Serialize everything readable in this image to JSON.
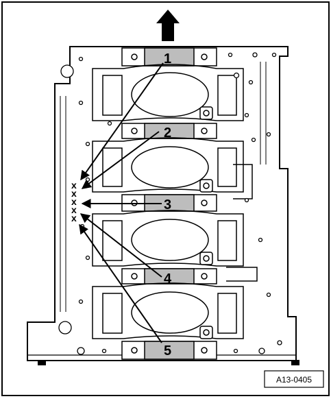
{
  "figure": {
    "direction_arrow_icon": "up-arrow-icon",
    "callouts": [
      "1",
      "2",
      "3",
      "4",
      "5"
    ],
    "marks": [
      "x",
      "x",
      "x",
      "x",
      "x"
    ],
    "figure_id": "A13-0405"
  }
}
